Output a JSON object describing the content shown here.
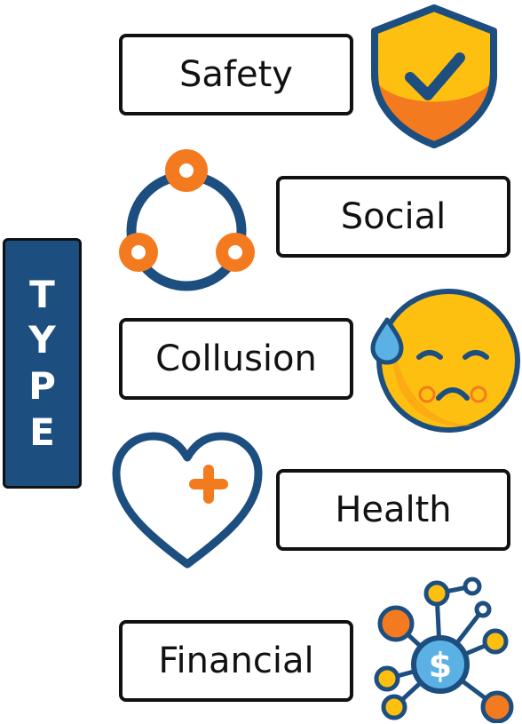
{
  "type_label": "TYPE",
  "categories": [
    {
      "label": "Safety",
      "icon": "shield-check-icon"
    },
    {
      "label": "Social",
      "icon": "network-triangle-icon"
    },
    {
      "label": "Collusion",
      "icon": "sad-sweat-face-icon"
    },
    {
      "label": "Health",
      "icon": "heart-plus-icon"
    },
    {
      "label": "Financial",
      "icon": "dollar-network-icon"
    }
  ],
  "colors": {
    "navy": "#1d4e80",
    "orange": "#f47a20",
    "yellow": "#fdc010",
    "light_blue": "#5bb1e4",
    "outline": "#111111"
  }
}
